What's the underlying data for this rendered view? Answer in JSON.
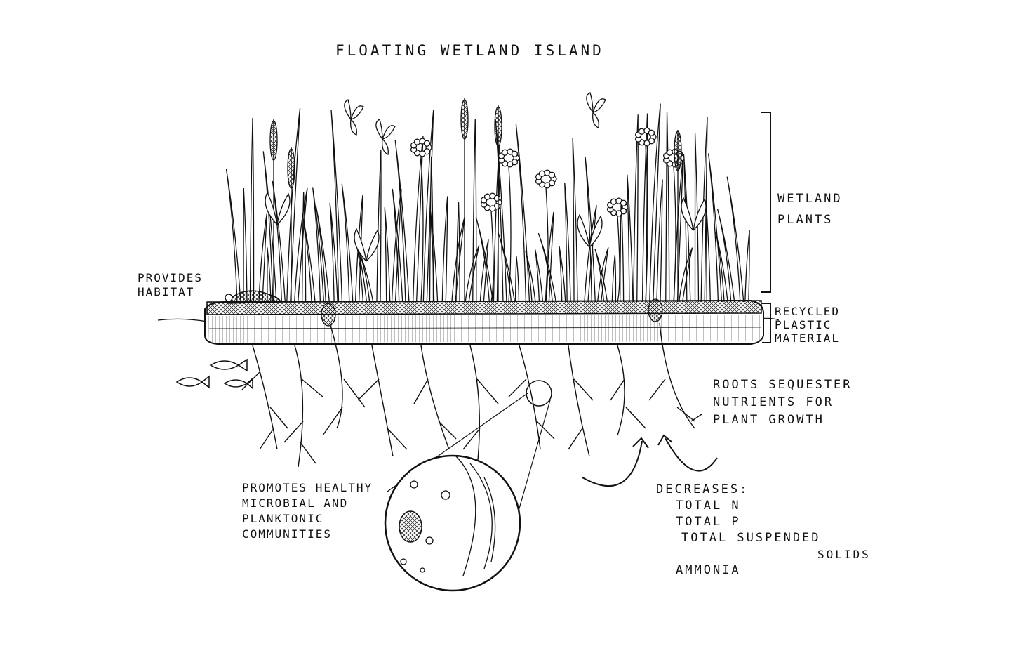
{
  "title": "FLOATING WETLAND ISLAND",
  "labels": {
    "plants": [
      "WETLAND",
      "PLANTS"
    ],
    "plastic": [
      "RECYCLED",
      "PLASTIC",
      "MATERIAL"
    ],
    "habitat": [
      "PROVIDES",
      "HABITAT"
    ],
    "roots": [
      "ROOTS SEQUESTER",
      "NUTRIENTS FOR",
      "PLANT GROWTH"
    ],
    "microbial": [
      "PROMOTES HEALTHY",
      "MICROBIAL AND",
      "PLANKTONIC",
      "COMMUNITIES"
    ],
    "decreases": {
      "heading": "DECREASES:",
      "items": [
        "TOTAL N",
        "TOTAL P",
        "TOTAL SUSPENDED",
        "SOLIDS",
        "AMMONIA"
      ]
    }
  },
  "colors": {
    "ink": "#111111",
    "paper": "#ffffff"
  }
}
